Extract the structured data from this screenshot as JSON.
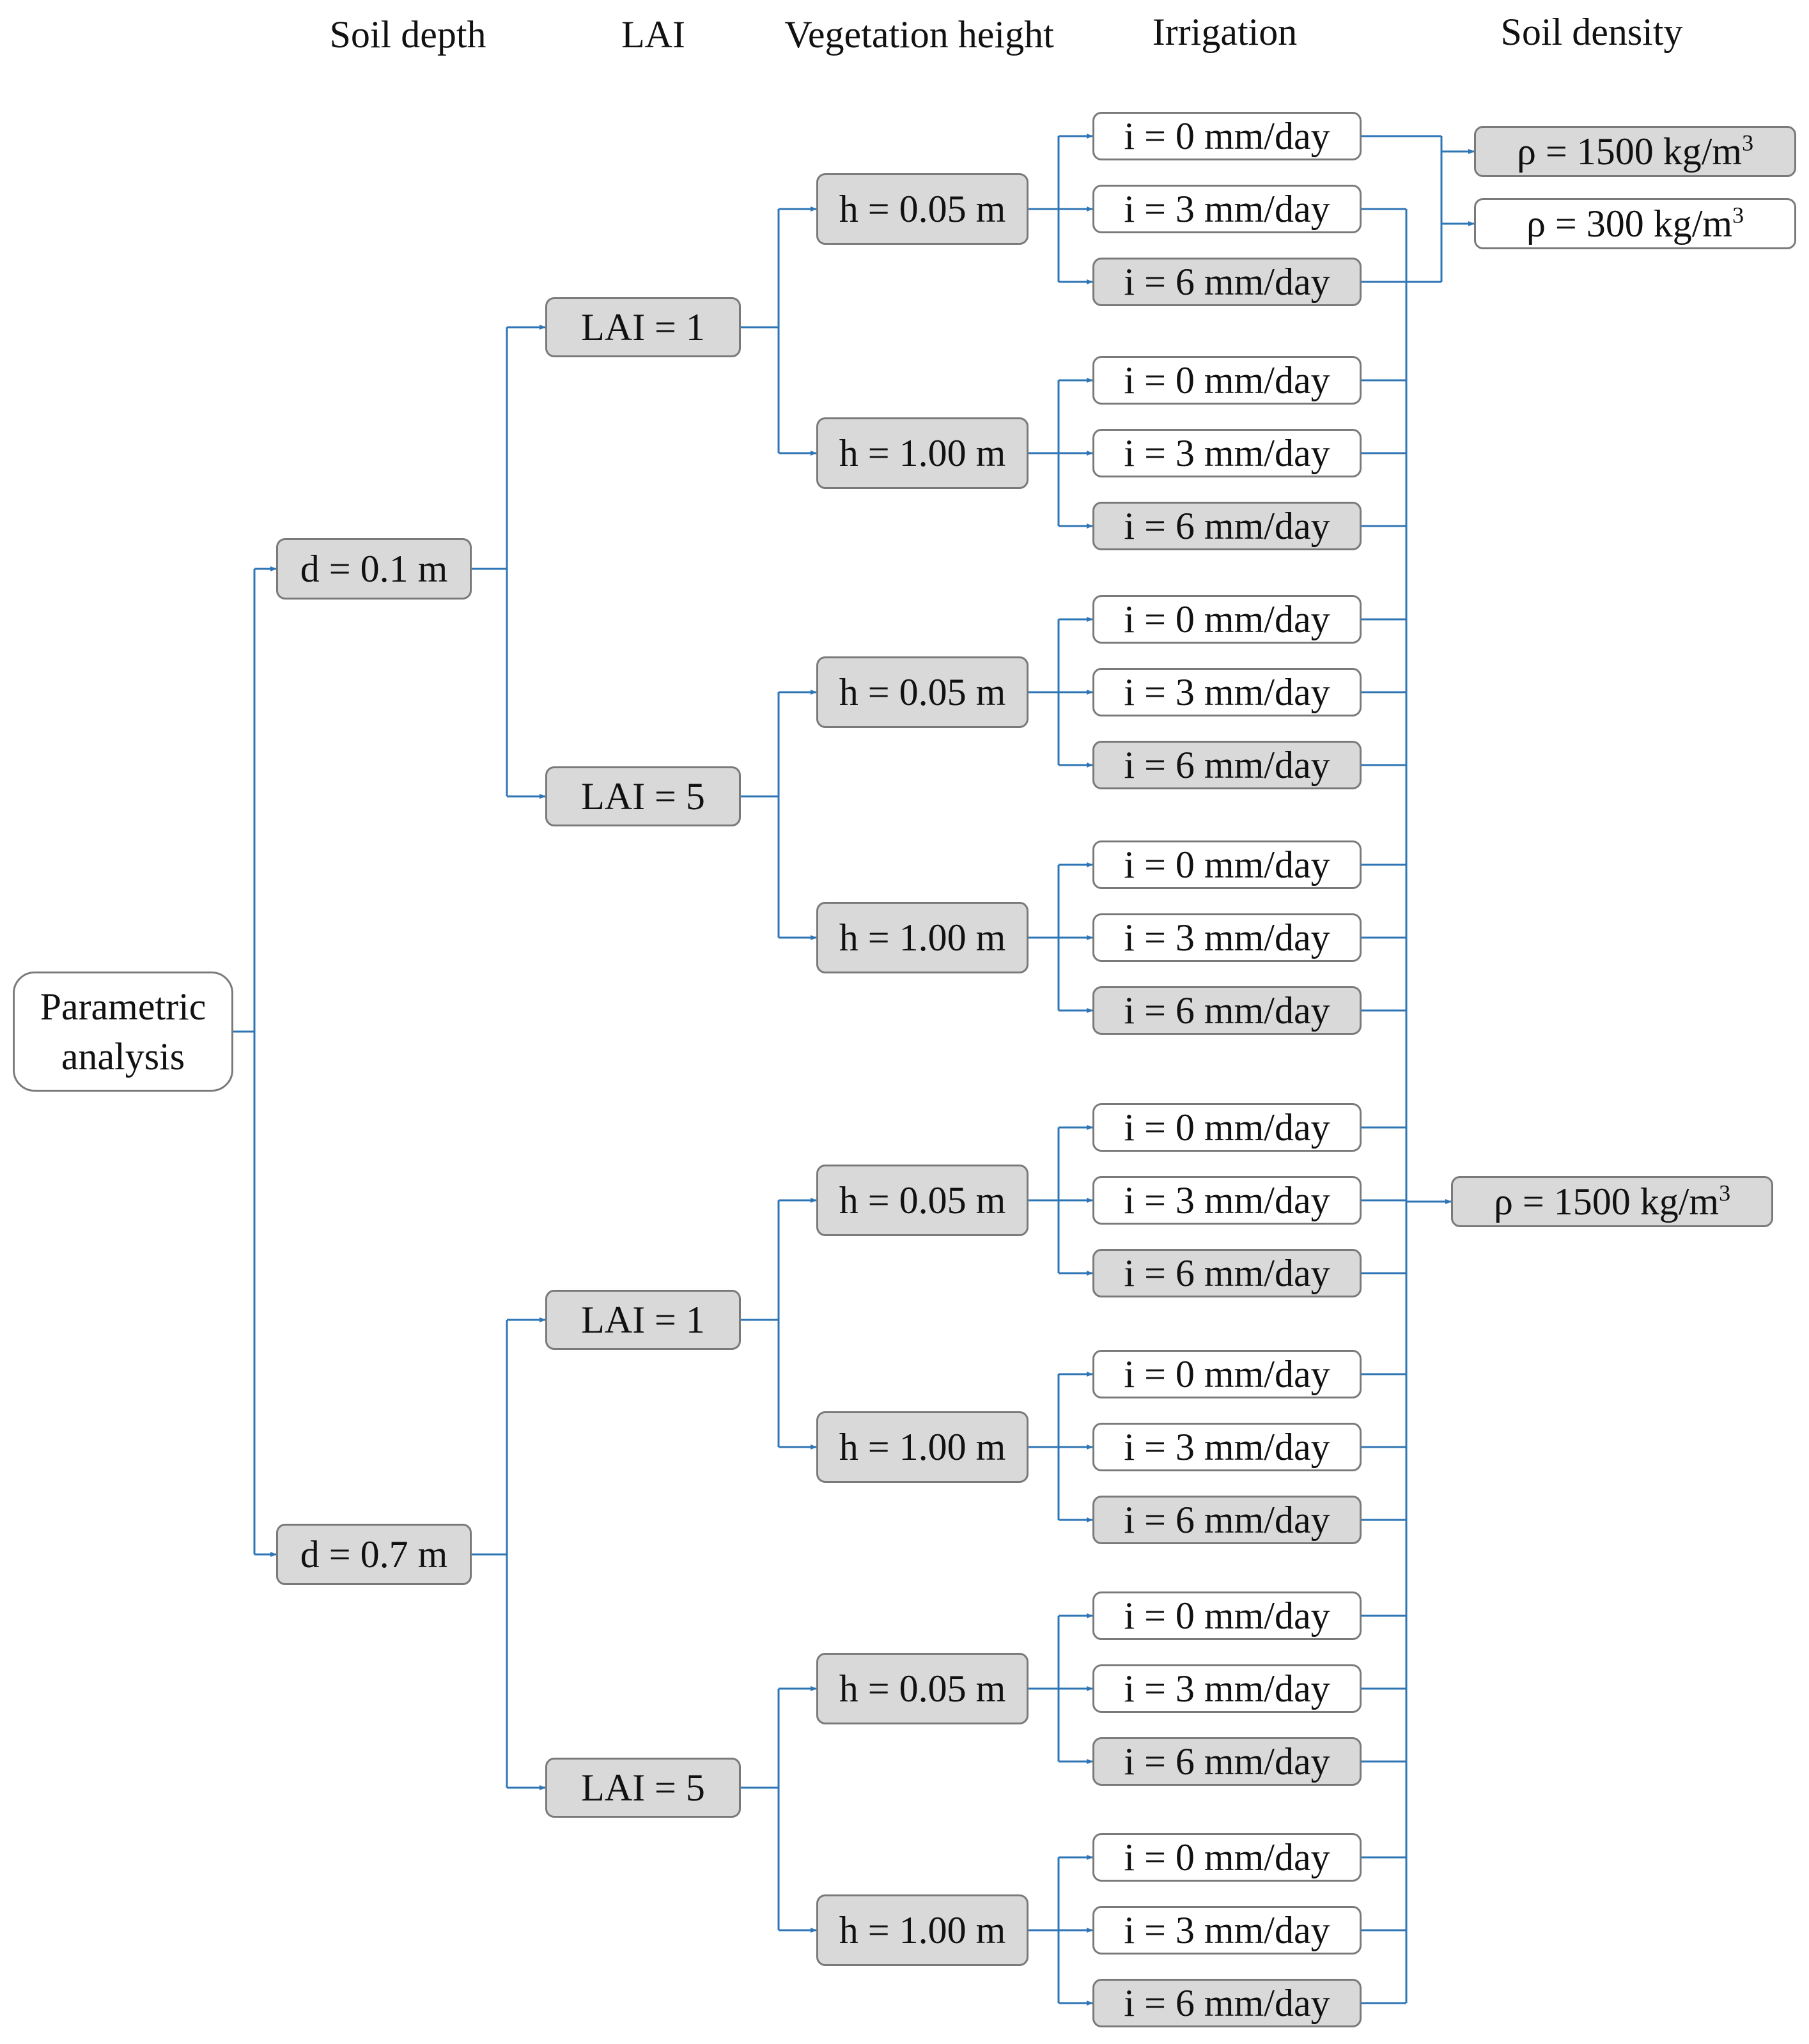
{
  "headers": {
    "soil_depth": "Soil depth",
    "lai": "LAI",
    "vegetation_height": "Vegetation height",
    "irrigation": "Irrigation",
    "soil_density": "Soil density"
  },
  "root": {
    "line1": "Parametric",
    "line2": "analysis"
  },
  "colors": {
    "connector": "#2e75b6",
    "box_gray": "#d9d9d9",
    "box_border": "#7a7a7a"
  },
  "tree": [
    {
      "depth": "d = 0.1 m",
      "lai": [
        {
          "label": "LAI = 1",
          "heights": [
            {
              "label": "h = 0.05 m",
              "irrigation": [
                "i = 0 mm/day",
                "i = 3 mm/day",
                "i = 6 mm/day"
              ]
            },
            {
              "label": "h = 1.00 m",
              "irrigation": [
                "i = 0 mm/day",
                "i = 3 mm/day",
                "i = 6 mm/day"
              ]
            }
          ]
        },
        {
          "label": "LAI = 5",
          "heights": [
            {
              "label": "h = 0.05 m",
              "irrigation": [
                "i = 0 mm/day",
                "i = 3 mm/day",
                "i = 6 mm/day"
              ]
            },
            {
              "label": "h = 1.00 m",
              "irrigation": [
                "i = 0 mm/day",
                "i = 3 mm/day",
                "i = 6 mm/day"
              ]
            }
          ]
        }
      ]
    },
    {
      "depth": "d = 0.7 m",
      "lai": [
        {
          "label": "LAI = 1",
          "heights": [
            {
              "label": "h = 0.05 m",
              "irrigation": [
                "i = 0 mm/day",
                "i = 3 mm/day",
                "i = 6 mm/day"
              ]
            },
            {
              "label": "h = 1.00 m",
              "irrigation": [
                "i = 0 mm/day",
                "i = 3 mm/day",
                "i = 6 mm/day"
              ]
            }
          ]
        },
        {
          "label": "LAI = 5",
          "heights": [
            {
              "label": "h = 0.05 m",
              "irrigation": [
                "i = 0 mm/day",
                "i = 3 mm/day",
                "i = 6 mm/day"
              ]
            },
            {
              "label": "h = 1.00 m",
              "irrigation": [
                "i = 0 mm/day",
                "i = 3 mm/day",
                "i = 6 mm/day"
              ]
            }
          ]
        }
      ]
    }
  ],
  "density": {
    "top_1500": {
      "prefix": "ρ = 1500 kg/m",
      "exp": "3"
    },
    "top_300": {
      "prefix": "ρ = 300 kg/m",
      "exp": "3"
    },
    "bottom_1500": {
      "prefix": "ρ = 1500 kg/m",
      "exp": "3"
    }
  }
}
